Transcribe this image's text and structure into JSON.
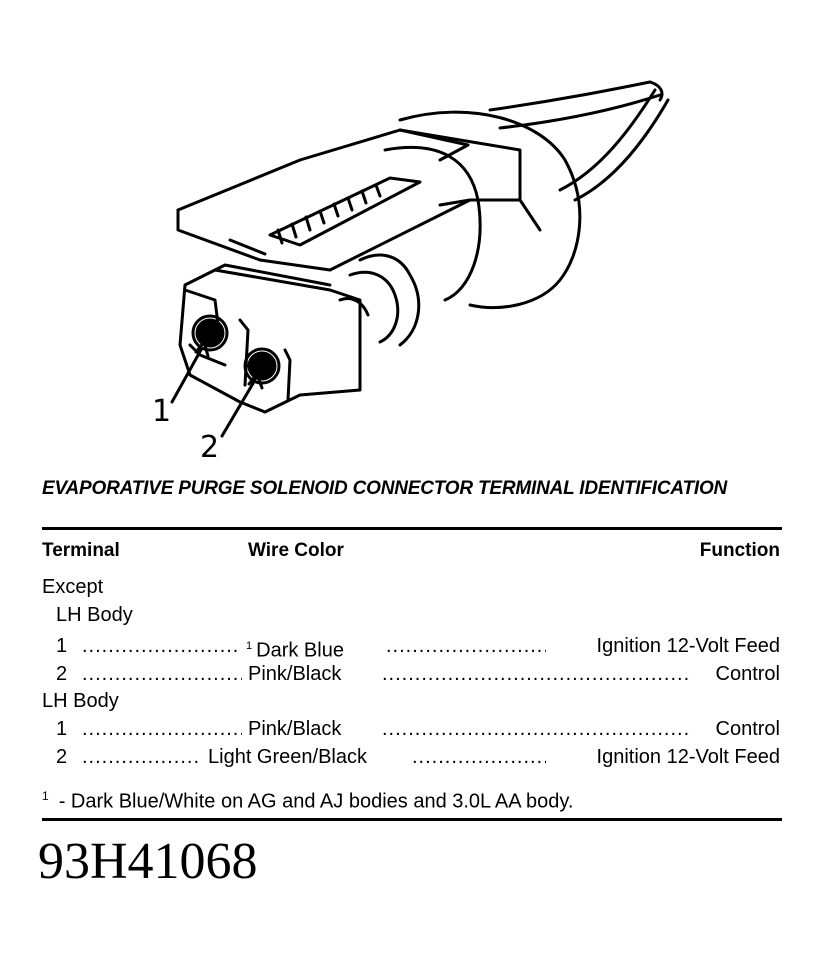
{
  "diagram": {
    "callouts": [
      "1",
      "2"
    ]
  },
  "title": "EVAPORATIVE PURGE SOLENOID CONNECTOR TERMINAL IDENTIFICATION",
  "table": {
    "headers": {
      "terminal": "Terminal",
      "wire_color": "Wire Color",
      "function": "Function"
    },
    "groups": [
      {
        "label_lines": [
          "Except",
          "LH Body"
        ],
        "rows": [
          {
            "terminal": "1",
            "wire_color": "Dark Blue",
            "wire_note": "1",
            "function": "Ignition 12-Volt Feed"
          },
          {
            "terminal": "2",
            "wire_color": "Pink/Black",
            "function": "Control"
          }
        ]
      },
      {
        "label_lines": [
          "LH Body"
        ],
        "rows": [
          {
            "terminal": "1",
            "wire_color": "Pink/Black",
            "function": "Control"
          },
          {
            "terminal": "2",
            "wire_color": "Light Green/Black",
            "function": "Ignition 12-Volt Feed"
          }
        ]
      }
    ]
  },
  "footnote": {
    "marker": "1",
    "text": "-  Dark Blue/White on AG and AJ bodies and 3.0L AA body."
  },
  "figure_code": "93H41068"
}
